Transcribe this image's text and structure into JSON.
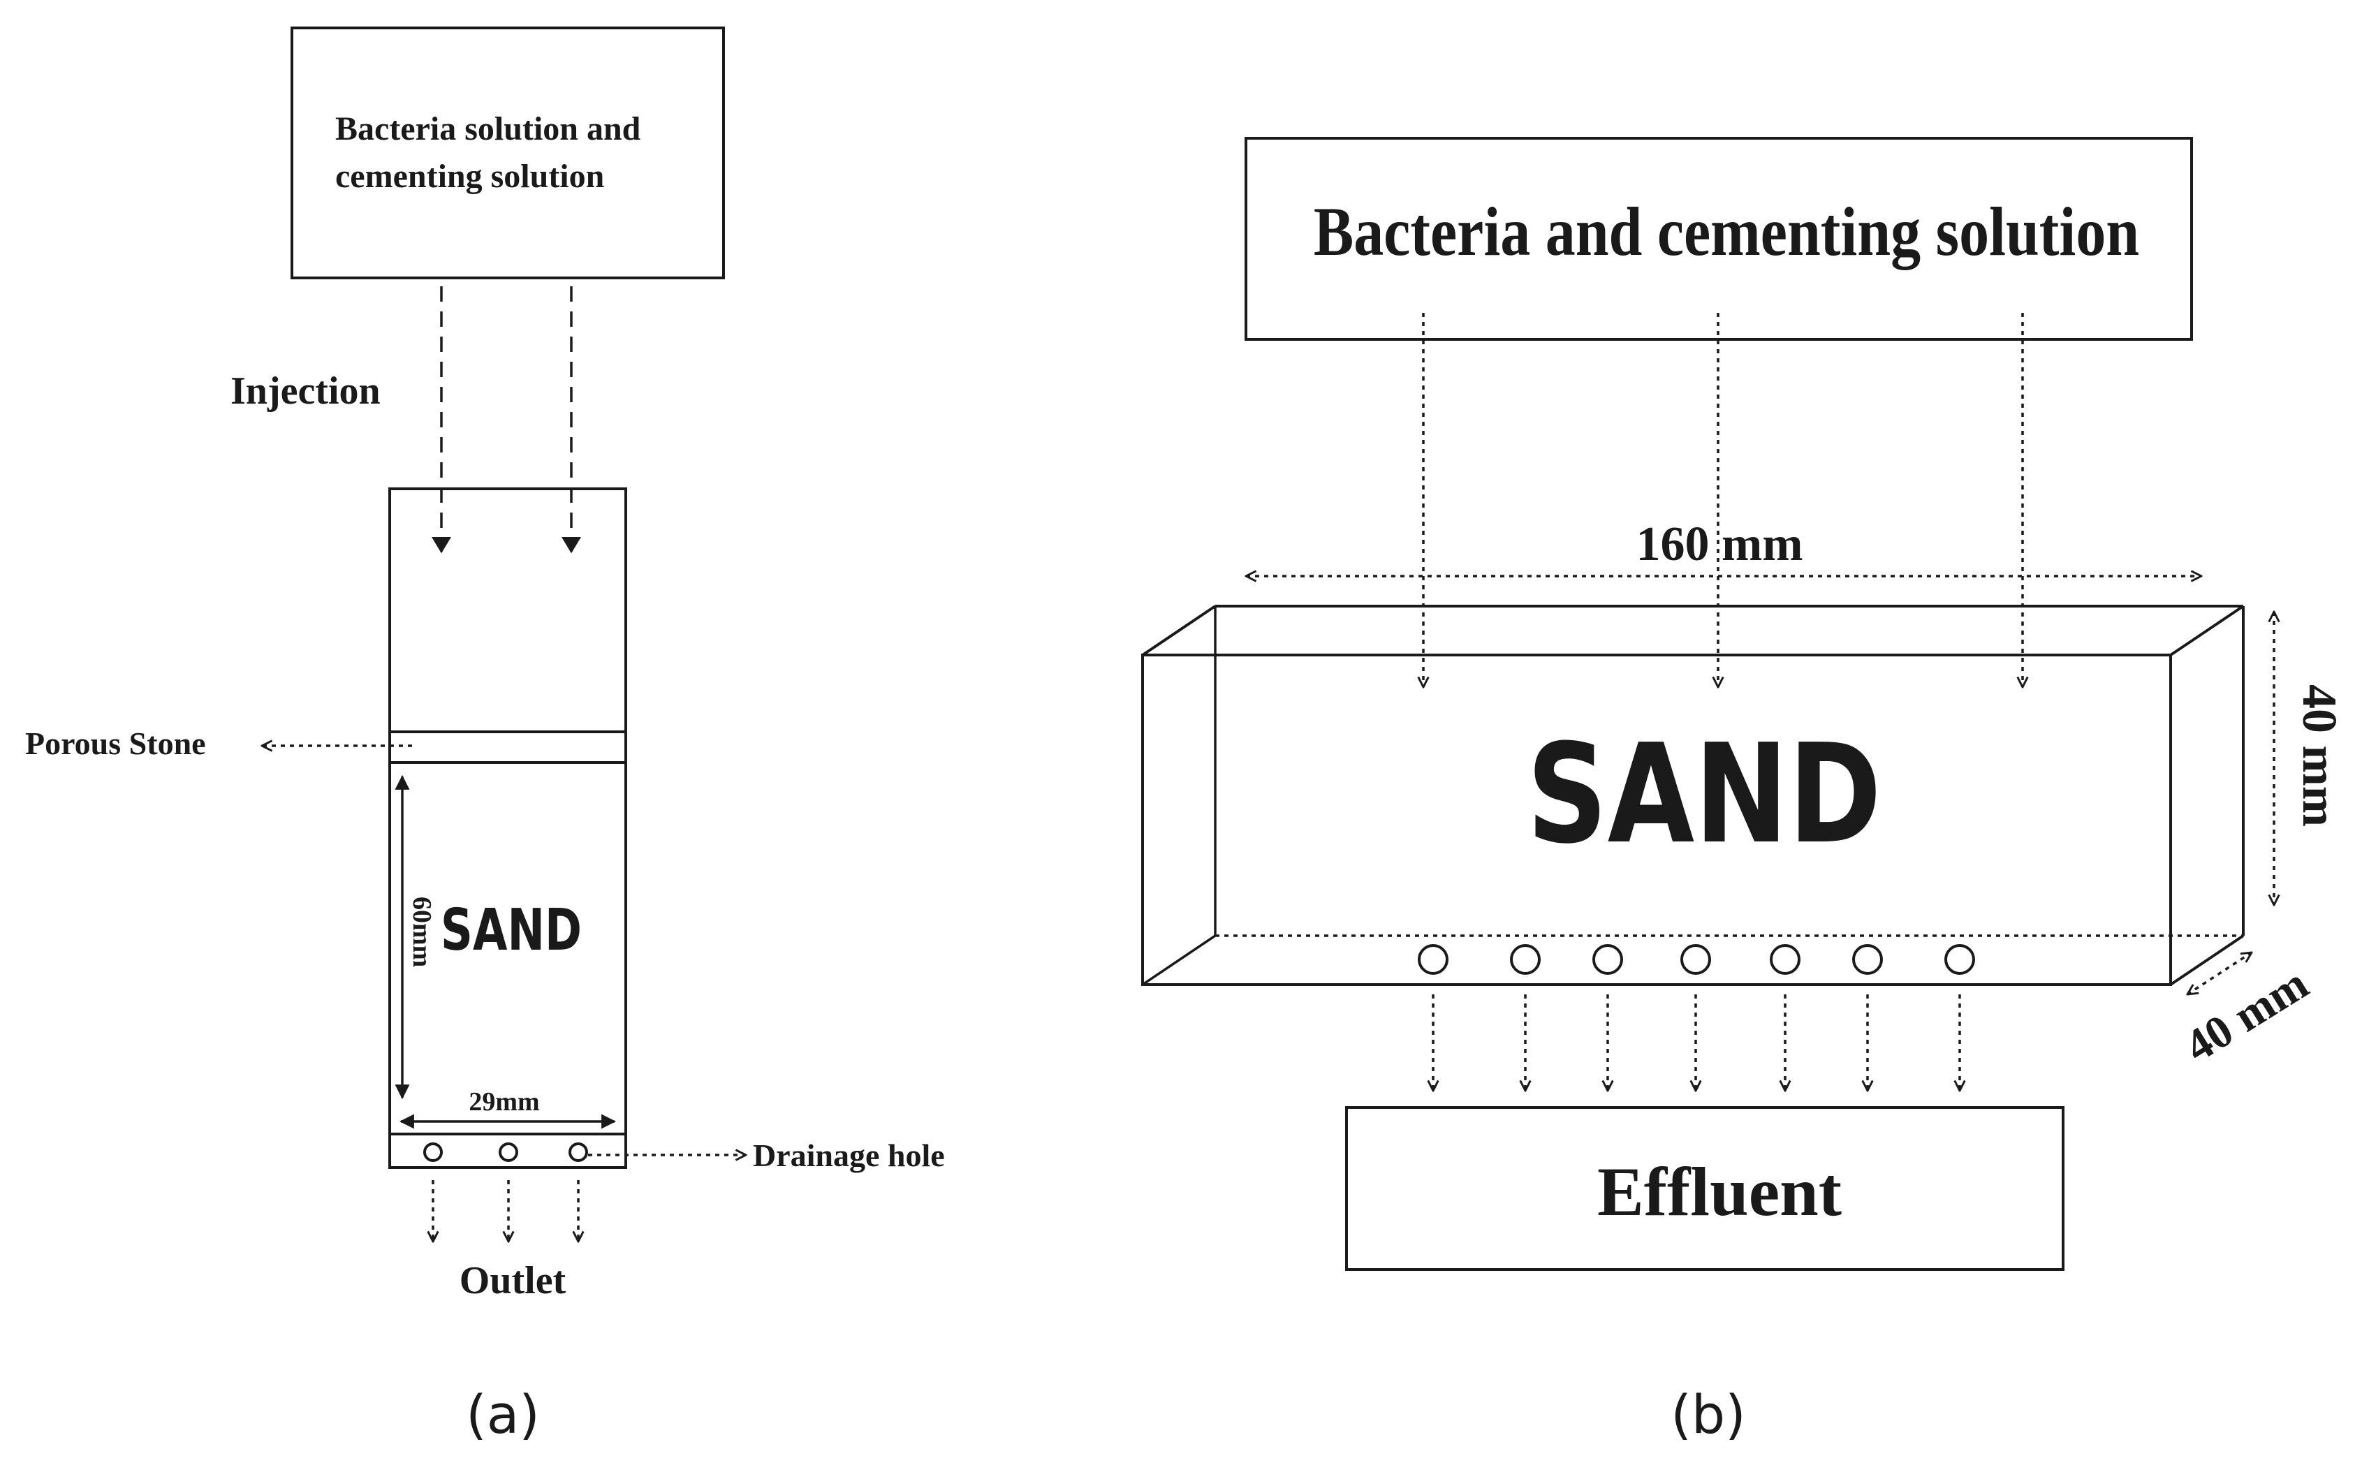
{
  "panel_a": {
    "solution_box_line1": "Bacteria solution and",
    "solution_box_line2": "cementing solution",
    "injection_label": "Injection",
    "porous_stone_label": "Porous Stone",
    "sand_label": "SAND",
    "height_label": "60mm",
    "width_label": "29mm",
    "drainage_label": "Drainage hole",
    "outlet_label": "Outlet",
    "caption": "(a)"
  },
  "panel_b": {
    "solution_box_label": "Bacteria and cementing solution",
    "length_label": "160 mm",
    "height_label": "40 mm",
    "depth_label": "40 mm",
    "sand_label": "SAND",
    "effluent_label": "Effluent",
    "caption": "(b)"
  }
}
